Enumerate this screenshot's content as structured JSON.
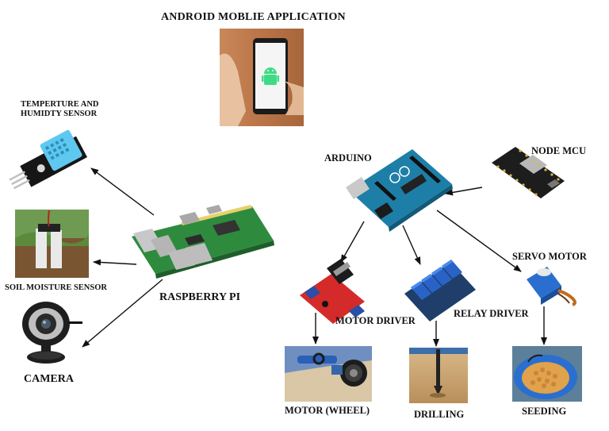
{
  "title": "ANDROID MOBLIE  APPLICATION",
  "phone_brand": "android",
  "labels": {
    "temp_sensor_line1": "TEMPERTURE AND",
    "temp_sensor_line2": "HUMIDTY SENSOR",
    "soil_sensor": "SOIL MOISTURE SENSOR",
    "camera": "CAMERA",
    "raspberry_pi": "RASPBERRY PI",
    "arduino": "ARDUINO",
    "node_mcu": "NODE MCU",
    "servo_motor": "SERVO MOTOR",
    "motor_driver": "MOTOR DRIVER",
    "relay_driver": "RELAY DRIVER",
    "motor_wheel": "MOTOR (WHEEL)",
    "drilling": "DRILLING",
    "seeding": "SEEDING"
  },
  "colors": {
    "arrow": "#111111",
    "android_green": "#3ddc84",
    "pcb_green": "#2e8b3e",
    "arduino_blue": "#1d7fa8",
    "relay_blue": "#2a63c8",
    "sensor_blue": "#5ec8f0",
    "driver_red": "#d42a2a"
  }
}
